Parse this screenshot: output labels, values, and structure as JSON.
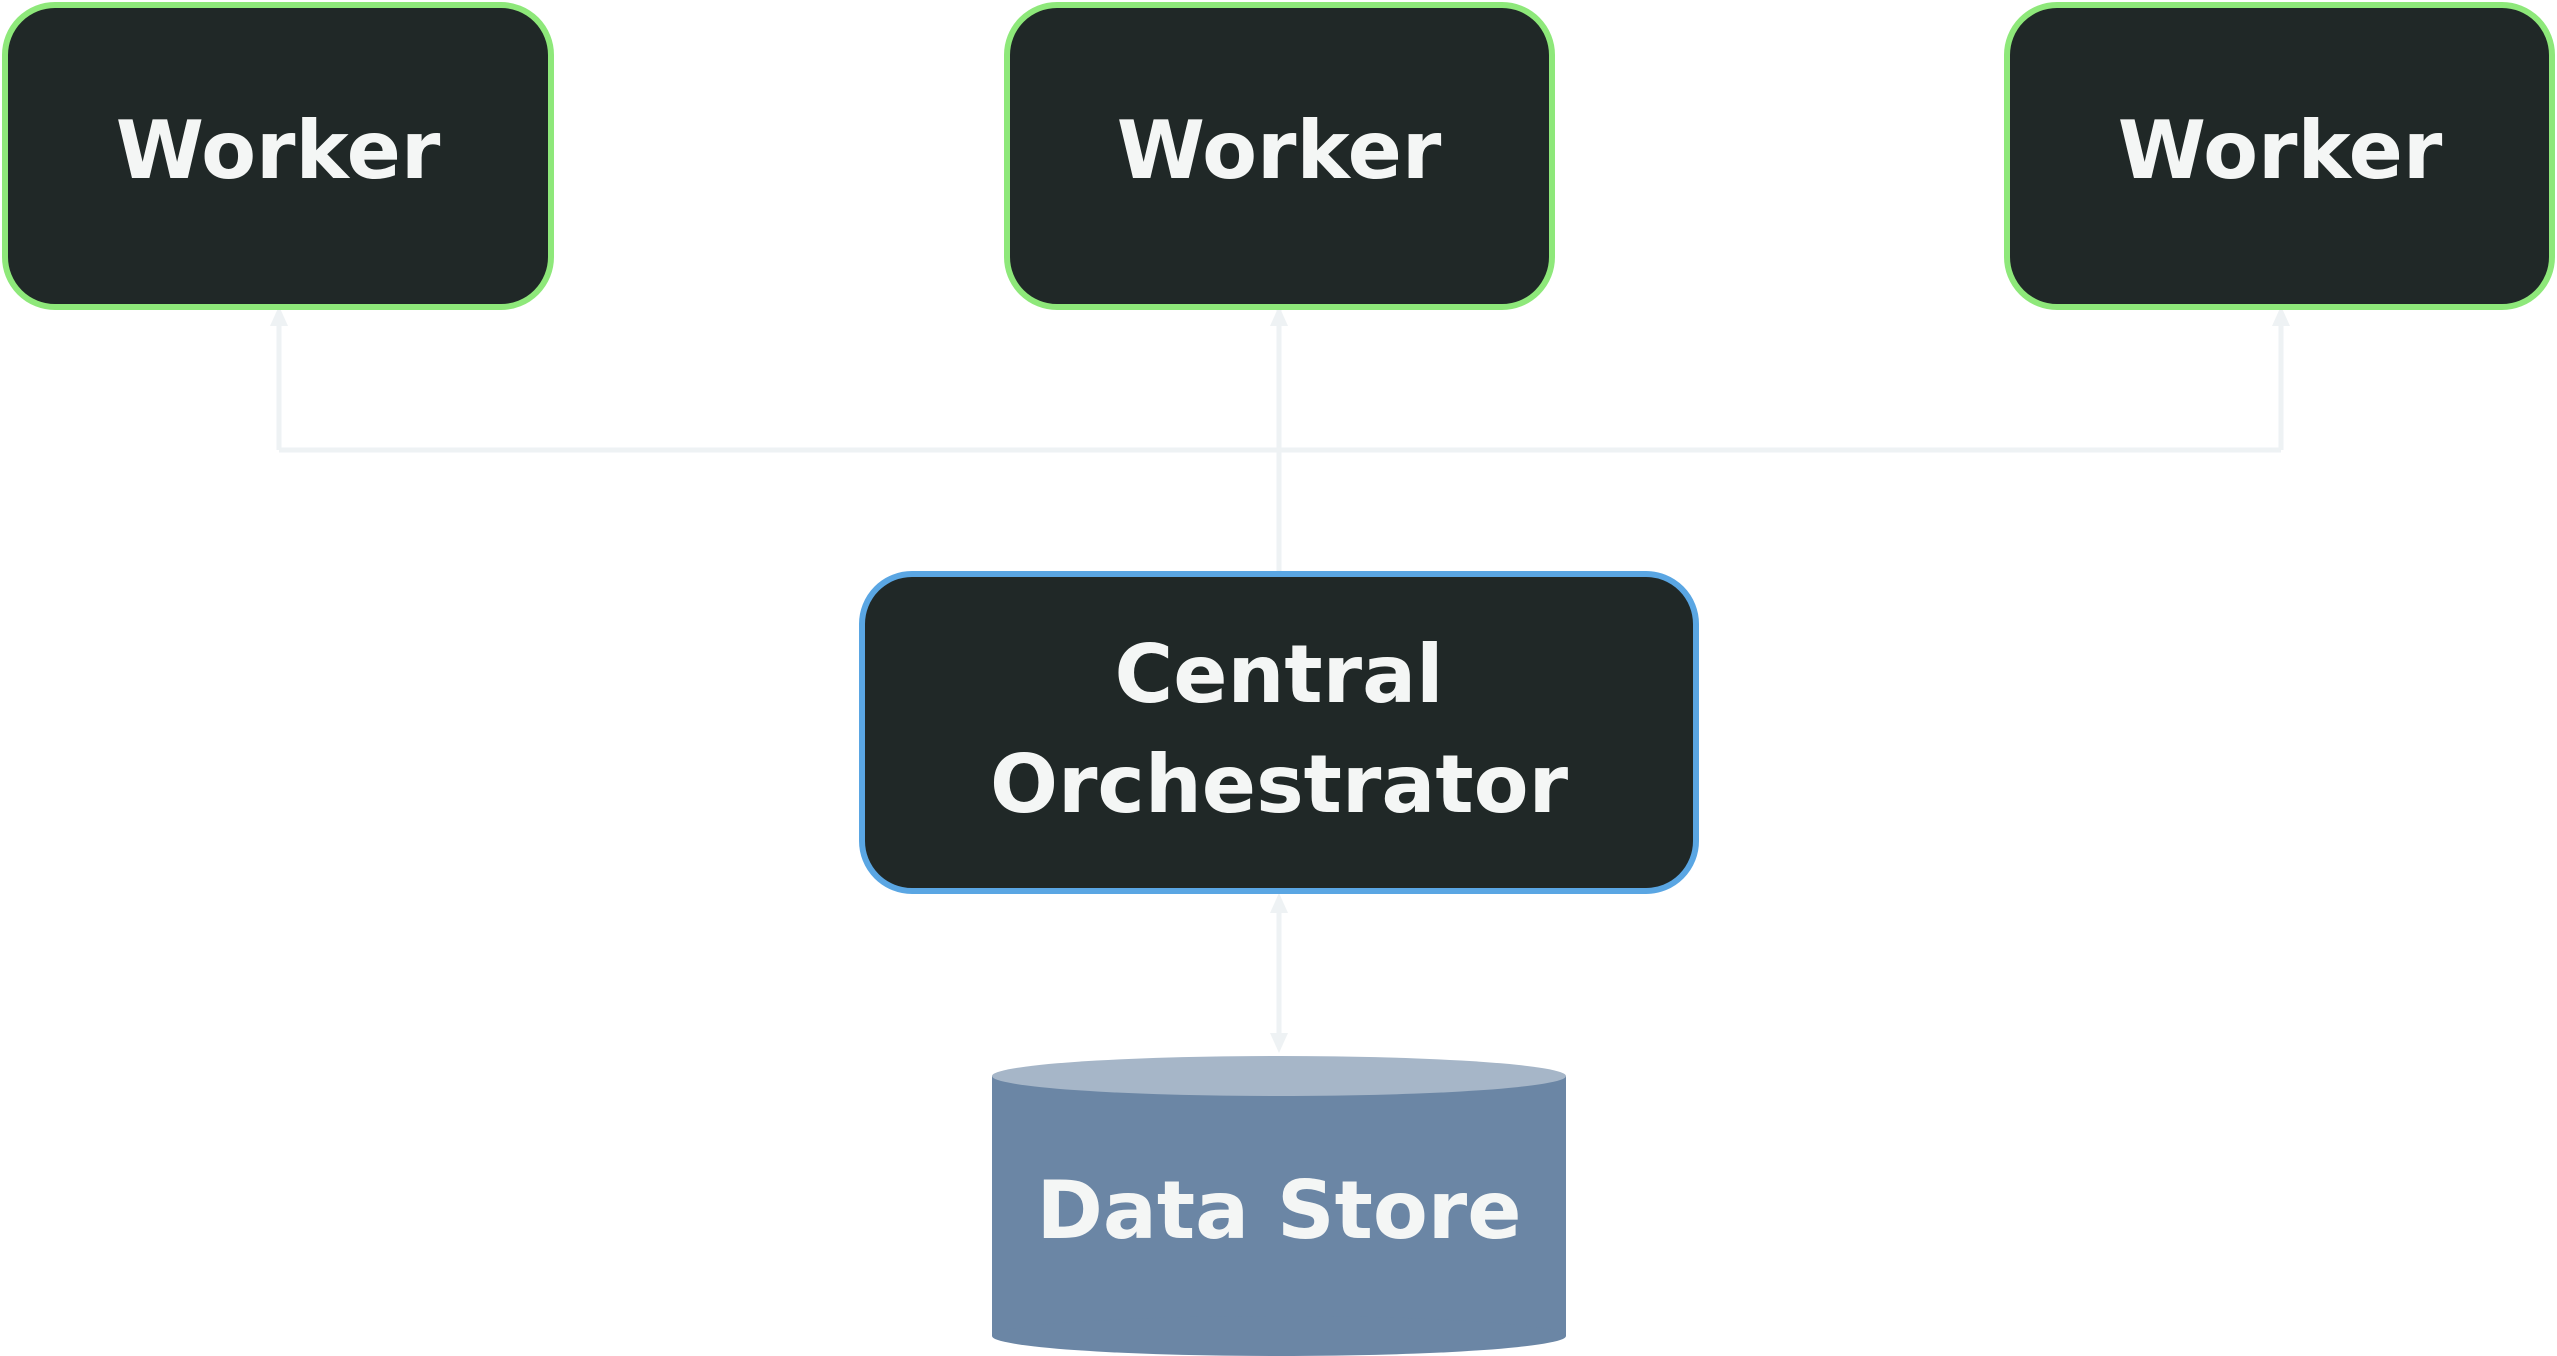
{
  "diagram": {
    "workers": [
      {
        "label": "Worker"
      },
      {
        "label": "Worker"
      },
      {
        "label": "Worker"
      }
    ],
    "orchestrator": {
      "line1": "Central",
      "line2": "Orchestrator"
    },
    "data_store": {
      "label": "Data Store"
    },
    "colors": {
      "node_fill": "#202827",
      "worker_border": "#8ee87a",
      "orchestrator_border": "#5aa6e3",
      "connector": "#eef2f4",
      "store_body": "#6b86a5",
      "store_top": "#a6b6c8",
      "text": "#f4f6f5"
    }
  }
}
